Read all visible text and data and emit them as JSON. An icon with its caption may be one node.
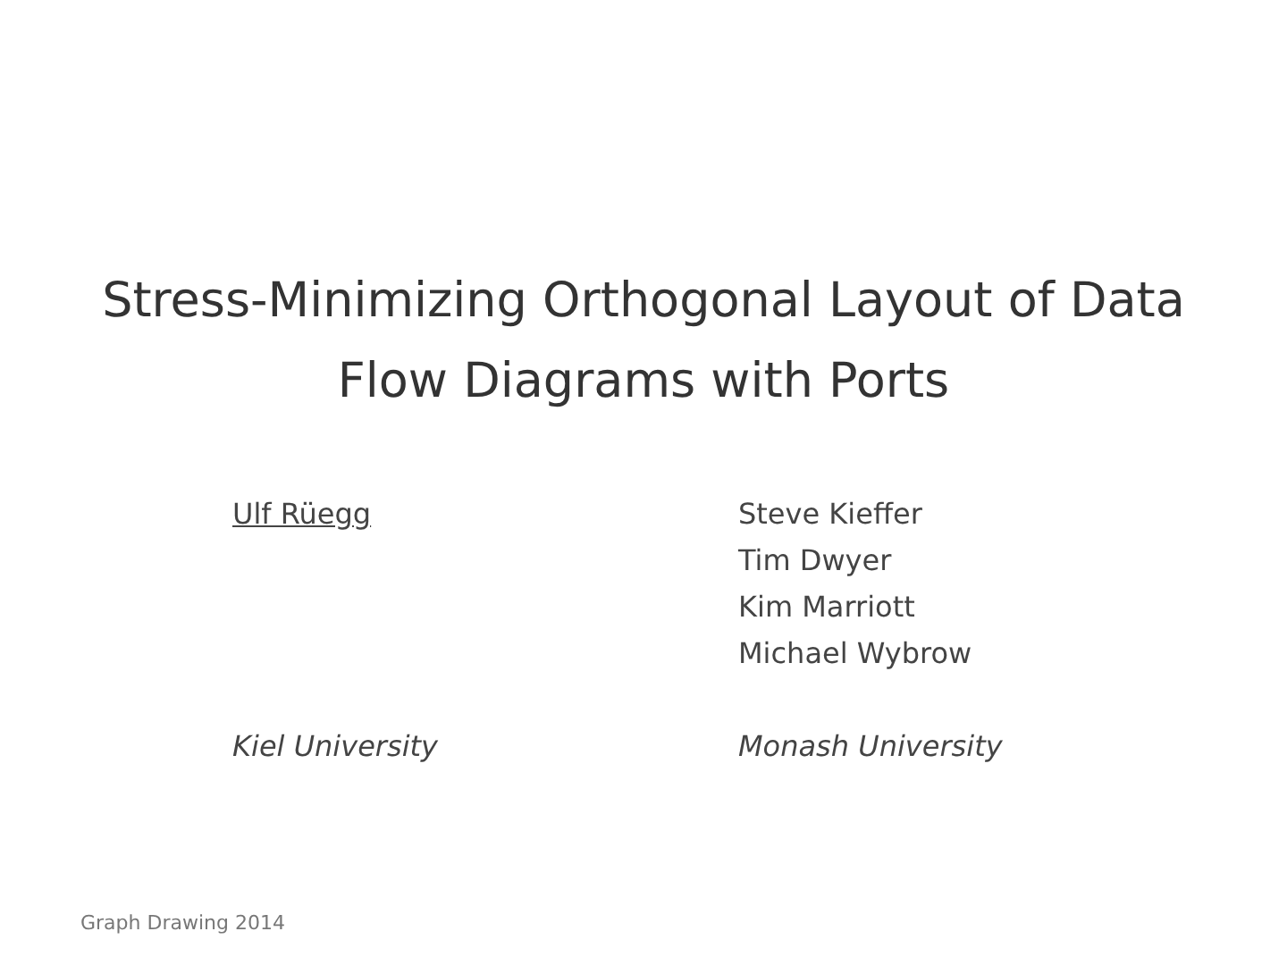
{
  "diagram": {
    "title": "Stress-Minimizing Orthogonal Layout of Data Flow Diagrams with Ports",
    "labels": [
      "Ulf Rüegg",
      "Steve Kieffer",
      "Tim Dwyer",
      "Kim Marriott",
      "Michael Wybrow",
      "Kiel University",
      "Monash University",
      "Graph Drawing 2014"
    ]
  }
}
